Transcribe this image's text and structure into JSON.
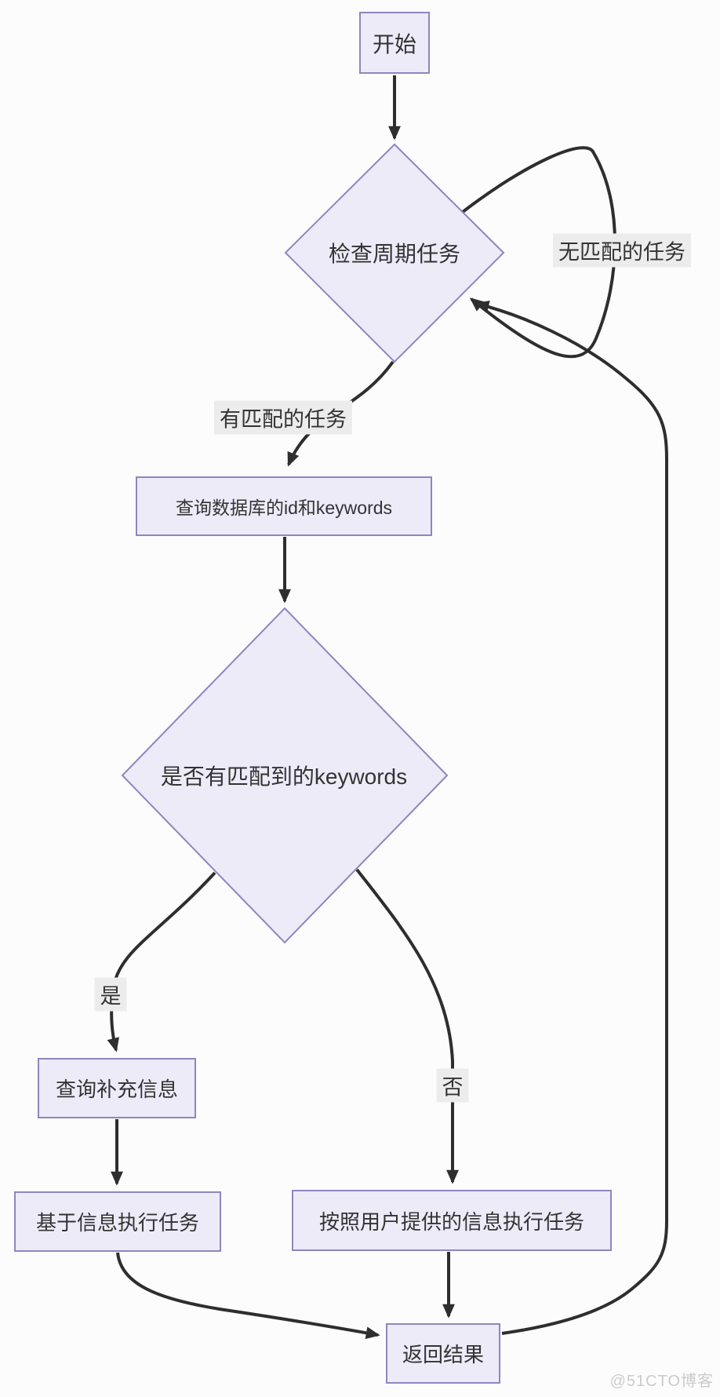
{
  "diagram": {
    "type": "flowchart",
    "colors": {
      "background": "#fcfcfc",
      "node_fill": "#edebf8",
      "node_border": "#8f85c0",
      "edge_color": "#2e2e2e",
      "edge_label_bg": "#ececec",
      "text": "#333333",
      "watermark": "#cbcbcb"
    },
    "nodes": {
      "start": {
        "label": "开始",
        "shape": "rect"
      },
      "check_periodic": {
        "label": "检查周期任务",
        "shape": "diamond"
      },
      "query_db": {
        "label": "查询数据库的id和keywords",
        "shape": "rect"
      },
      "keywords_matched": {
        "label": "是否有匹配到的keywords",
        "shape": "diamond"
      },
      "query_supplement": {
        "label": "查询补充信息",
        "shape": "rect"
      },
      "exec_with_info": {
        "label": "基于信息执行任务",
        "shape": "rect"
      },
      "exec_with_user_info": {
        "label": "按照用户提供的信息执行任务",
        "shape": "rect"
      },
      "return_result": {
        "label": "返回结果",
        "shape": "rect"
      }
    },
    "edge_labels": {
      "no_match": "无匹配的任务",
      "has_match": "有匹配的任务",
      "yes": "是",
      "no": "否"
    },
    "edges": [
      {
        "from": "start",
        "to": "check_periodic",
        "label": ""
      },
      {
        "from": "check_periodic",
        "to": "check_periodic",
        "label": "无匹配的任务"
      },
      {
        "from": "check_periodic",
        "to": "query_db",
        "label": "有匹配的任务"
      },
      {
        "from": "query_db",
        "to": "keywords_matched",
        "label": ""
      },
      {
        "from": "keywords_matched",
        "to": "query_supplement",
        "label": "是"
      },
      {
        "from": "keywords_matched",
        "to": "exec_with_user_info",
        "label": "否"
      },
      {
        "from": "query_supplement",
        "to": "exec_with_info",
        "label": ""
      },
      {
        "from": "exec_with_info",
        "to": "return_result",
        "label": ""
      },
      {
        "from": "exec_with_user_info",
        "to": "return_result",
        "label": ""
      },
      {
        "from": "return_result",
        "to": "check_periodic",
        "label": ""
      }
    ],
    "watermark": "@51CTO博客"
  }
}
